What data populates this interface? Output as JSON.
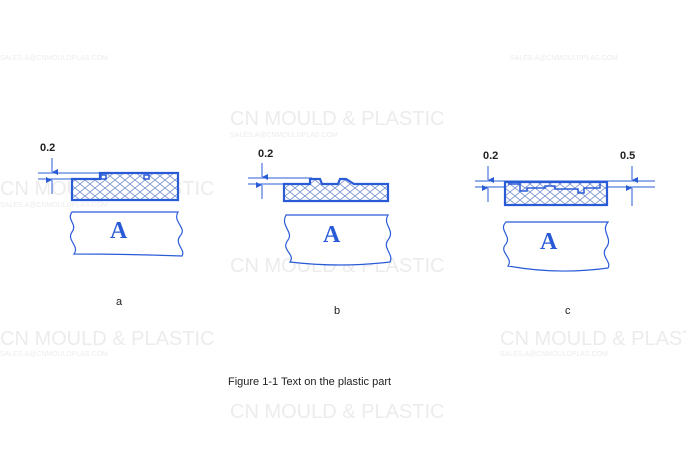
{
  "watermark": {
    "brand": "CN MOULD & PLASTIC",
    "email": "SALES.A@CNMOULDPLAS.COM"
  },
  "panels": [
    {
      "label": "a",
      "block_label": "A",
      "dimensions": [
        "0.2"
      ]
    },
    {
      "label": "b",
      "block_label": "A",
      "dimensions": [
        "0.2"
      ]
    },
    {
      "label": "c",
      "block_label": "A",
      "dimensions": [
        "0.2",
        "0.5"
      ]
    }
  ],
  "caption": "Figure 1-1  Text on the plastic part",
  "colors": {
    "line": "#2a5bd7",
    "text": "#222222"
  }
}
